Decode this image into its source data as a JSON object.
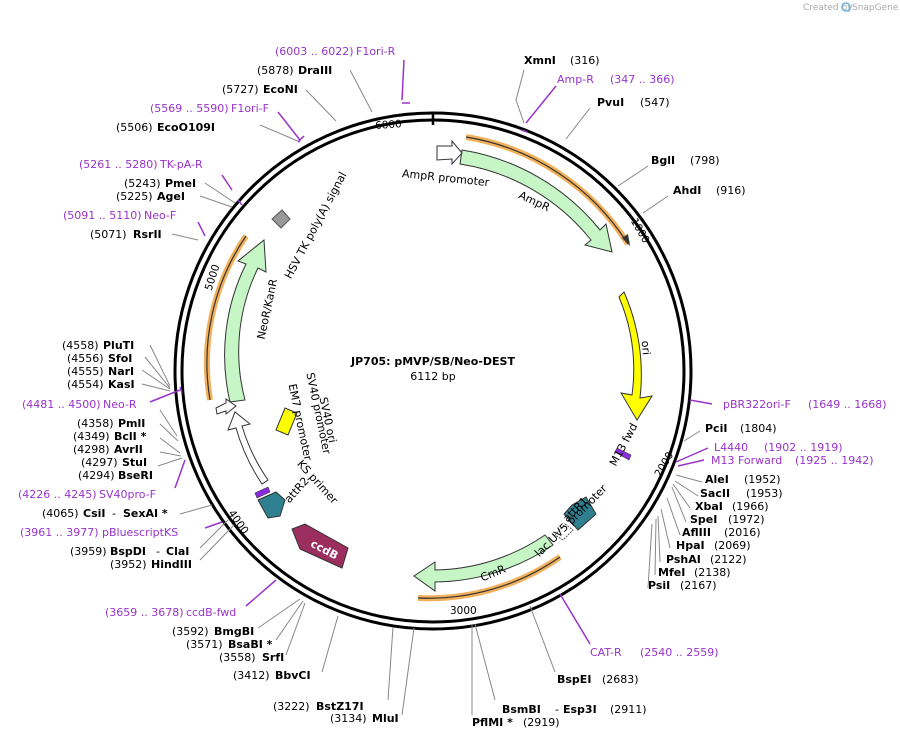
{
  "title": "JP705: pMVP/SB/Neo-DEST",
  "subtitle": "6112 bp",
  "credit": "Created by",
  "brand": "SnapGene",
  "colors": {
    "primer": "#9933cc",
    "feature_green": "#c6f5c6",
    "ori_yellow": "#ffff00",
    "orange_hl": "#f2b05a",
    "teal": "#2e7f8f",
    "ccdb": "#9c2d5f"
  },
  "ticks": [
    "1000",
    "2000",
    "3000",
    "4000",
    "5000",
    "6000"
  ],
  "enzymes": [
    {
      "name": "XmnI",
      "pos": "(316)"
    },
    {
      "name": "PvuI",
      "pos": "(547)"
    },
    {
      "name": "BglI",
      "pos": "(798)"
    },
    {
      "name": "AhdI",
      "pos": "(916)"
    },
    {
      "name": "PciI",
      "pos": "(1804)"
    },
    {
      "name": "AleI",
      "pos": "(1952)"
    },
    {
      "name": "SacII",
      "pos": "(1953)"
    },
    {
      "name": "XbaI",
      "pos": "(1966)"
    },
    {
      "name": "SpeI",
      "pos": "(1972)"
    },
    {
      "name": "AflIII",
      "pos": "(2016)"
    },
    {
      "name": "HpaI",
      "pos": "(2069)"
    },
    {
      "name": "PshAI",
      "pos": "(2122)"
    },
    {
      "name": "MfeI",
      "pos": "(2138)"
    },
    {
      "name": "PsiI",
      "pos": "(2167)"
    },
    {
      "name": "BspEI",
      "pos": "(2683)"
    },
    {
      "name": "Esp3I",
      "pos": "(2911)",
      "prefix": "- "
    },
    {
      "name": "BsmBI",
      "pos": ""
    },
    {
      "name": "PflMI *",
      "pos": "(2919)"
    },
    {
      "name": "MluI",
      "pos": "(3134)"
    },
    {
      "name": "BstZ17I",
      "pos": "(3222)"
    },
    {
      "name": "BbvCI",
      "pos": "(3412)"
    },
    {
      "name": "SrfI",
      "pos": "(3558)"
    },
    {
      "name": "BsaBI *",
      "pos": "(3571)"
    },
    {
      "name": "BmgBI",
      "pos": "(3592)"
    },
    {
      "name": "HindIII",
      "pos": "(3952)"
    },
    {
      "name": "ClaI",
      "pos": "- "
    },
    {
      "name": "BspDI",
      "pos": "(3959)"
    },
    {
      "name": "CsiI",
      "pos": "(4065)"
    },
    {
      "name": "SexAI *",
      "pos": "- "
    },
    {
      "name": "BseRI",
      "pos": "(4294)"
    },
    {
      "name": "StuI",
      "pos": "(4297)"
    },
    {
      "name": "AvrII",
      "pos": "(4298)"
    },
    {
      "name": "BclI *",
      "pos": "(4349)"
    },
    {
      "name": "PmlI",
      "pos": "(4358)"
    },
    {
      "name": "KasI",
      "pos": "(4554)"
    },
    {
      "name": "NarI",
      "pos": "(4555)"
    },
    {
      "name": "SfoI",
      "pos": "(4556)"
    },
    {
      "name": "PluTI",
      "pos": "(4558)"
    },
    {
      "name": "RsrII",
      "pos": "(5071)"
    },
    {
      "name": "AgeI",
      "pos": "(5225)"
    },
    {
      "name": "PmeI",
      "pos": "(5243)"
    },
    {
      "name": "EcoO109I",
      "pos": "(5506)"
    },
    {
      "name": "EcoNI",
      "pos": "(5727)"
    },
    {
      "name": "DraIII",
      "pos": "(5878)"
    }
  ],
  "primers": [
    {
      "name": "F1ori-R",
      "range": "(6003 .. 6022)"
    },
    {
      "name": "Amp-R",
      "range": "(347 .. 366)"
    },
    {
      "name": "F1ori-F",
      "range": "(5569 .. 5590)"
    },
    {
      "name": "TK-pA-R",
      "range": "(5261 .. 5280)"
    },
    {
      "name": "Neo-F",
      "range": "(5091 .. 5110)"
    },
    {
      "name": "Neo-R",
      "range": "(4481 .. 4500)"
    },
    {
      "name": "SV40pro-F",
      "range": "(4226 .. 4245)"
    },
    {
      "name": "pBluescriptKS",
      "range": "(3961 .. 3977)"
    },
    {
      "name": "ccdB-fwd",
      "range": "(3659 .. 3678)"
    },
    {
      "name": "pBR322ori-F",
      "range": "(1649 .. 1668)"
    },
    {
      "name": "L4440",
      "range": "(1902 .. 1919)"
    },
    {
      "name": "M13 Forward",
      "range": "(1925 .. 1942)"
    },
    {
      "name": "CAT-R",
      "range": "(2540 .. 2559)"
    }
  ],
  "features": {
    "ampr_promoter": "AmpR promoter",
    "ampr": "AmpR",
    "ori": "ori",
    "m13_fwd": "M13 fwd",
    "lac_uv5": "lac UV5 promoter",
    "attr1": "attR1",
    "cmr": "CmR",
    "ccdb": "ccdB",
    "attr2": "attR2",
    "ks_primer": "KS primer",
    "sv40_ori": "SV40 ori",
    "em7": "EM7 promoter",
    "sv40_promoter": "SV40 promoter",
    "neokanr": "NeoR/KanR",
    "hsv_tk": "HSV TK poly(A) signal"
  }
}
